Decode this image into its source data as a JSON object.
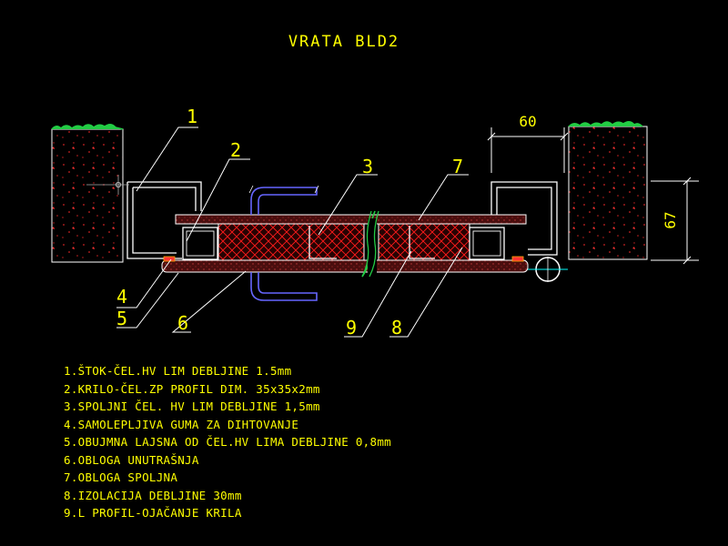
{
  "drawing": {
    "title": "VRATA BLD2",
    "callouts": [
      "1",
      "2",
      "3",
      "4",
      "5",
      "6",
      "7",
      "8",
      "9"
    ],
    "dimensions": {
      "width": "60",
      "height": "67"
    }
  },
  "legend": [
    "1.ŠTOK-ČEL.HV LIM DEBLJINE 1.5mm",
    "2.KRILO-ČEL.ZP PROFIL DIM. 35x35x2mm",
    "3.SPOLJNI ČEL. HV LIM DEBLJINE 1,5mm",
    "4.SAMOLEPLJIVA GUMA ZA DIHTOVANJE",
    "5.OBUJMNA LAJSNA OD ČEL.HV LIMA DEBLJINE 0,8mm",
    "6.OBLOGA UNUTRAŠNJA",
    "7.OBLOGA SPOLJNA",
    "8.IZOLACIJA DEBLJINE 30mm",
    "9.L PROFIL-OJAČANJE KRILA"
  ],
  "colors": {
    "background": "#000000",
    "text": "#ffff00",
    "outline": "#ffffff",
    "insulation": "#ff1a1a",
    "panel_fill": "#5a1010",
    "wall_dots": "#cc2222",
    "grass": "#22cc44",
    "handle": "#6666ff",
    "hinge_axis": "#00ffff"
  }
}
